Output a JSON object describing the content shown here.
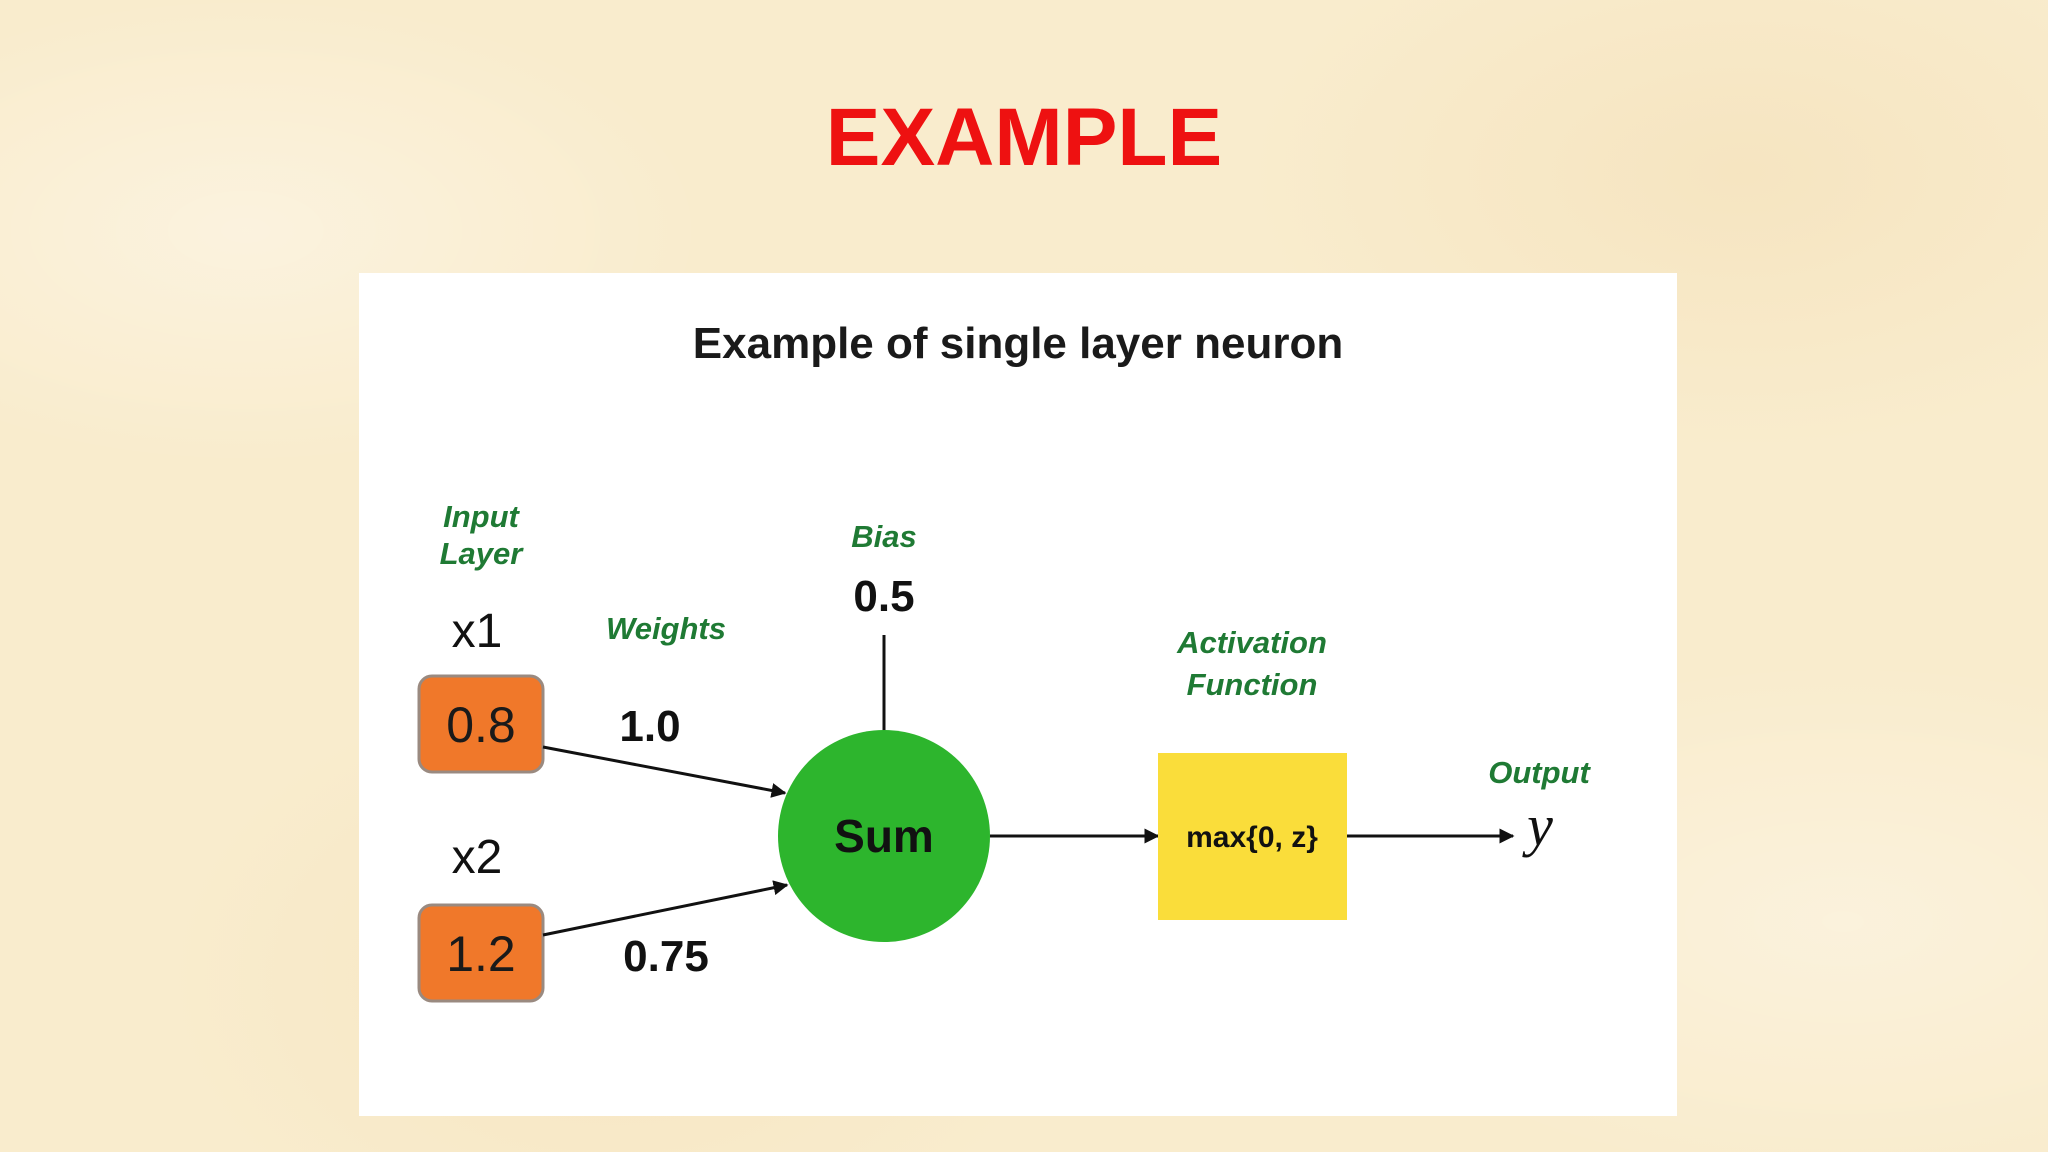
{
  "slide": {
    "title": "EXAMPLE",
    "title_color": "#ee1111",
    "background_color": "#f9eccd"
  },
  "figure": {
    "title": "Example of single layer neuron",
    "input_layer_label": [
      "Input",
      "Layer"
    ],
    "weights_label": "Weights",
    "bias_label": "Bias",
    "bias_value": "0.5",
    "activation_label": [
      "Activation",
      "Function"
    ],
    "output_label": "Output",
    "inputs": [
      {
        "name": "x1",
        "value": "0.8",
        "weight": "1.0"
      },
      {
        "name": "x2",
        "value": "1.2",
        "weight": "0.75"
      }
    ],
    "sum_label": "Sum",
    "activation_formula": "max{0, z}",
    "output_symbol": "y",
    "colors": {
      "input_box": "#f0782a",
      "input_box_border": "#9a8a80",
      "sum_node": "#2db52d",
      "activation_box": "#fadd3a",
      "label_green": "#1f7a34"
    }
  }
}
